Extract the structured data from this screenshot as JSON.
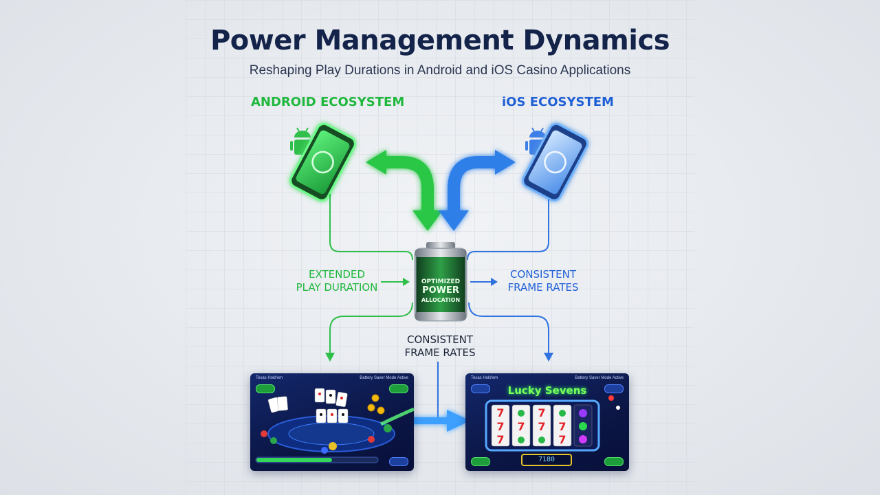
{
  "title": "Power Management Dynamics",
  "subtitle": "Reshaping Play Durations in Android and iOS Casino Applications",
  "android": {
    "title": "ANDROID ECOSYSTEM",
    "color": "#1fb83d"
  },
  "ios": {
    "title": "iOS ECOSYSTEM",
    "color": "#1f5fd6"
  },
  "battery": {
    "line1": "OPTIMIZED",
    "line2": "POWER",
    "line3": "ALLOCATION"
  },
  "left_label": {
    "line1": "EXTENDED",
    "line2": "PLAY DURATION"
  },
  "right_label": {
    "line1": "CONSISTENT",
    "line2": "FRAME RATES"
  },
  "center_label": {
    "line1": "CONSISTENT",
    "line2": "FRAME RATES"
  },
  "poker_panel": {
    "game": "Texas Hold'em",
    "status": "Battery Saver Mode Active"
  },
  "slots_panel": {
    "game": "Texas Hold'em",
    "status": "Battery Saver Mode Active",
    "title": "Lucky Sevens",
    "display": "7180"
  },
  "icons": [
    "android-robot-icon",
    "android-phone-icon",
    "ios-phone-icon",
    "battery-icon",
    "playing-cards-icon",
    "slot-reels-icon"
  ]
}
